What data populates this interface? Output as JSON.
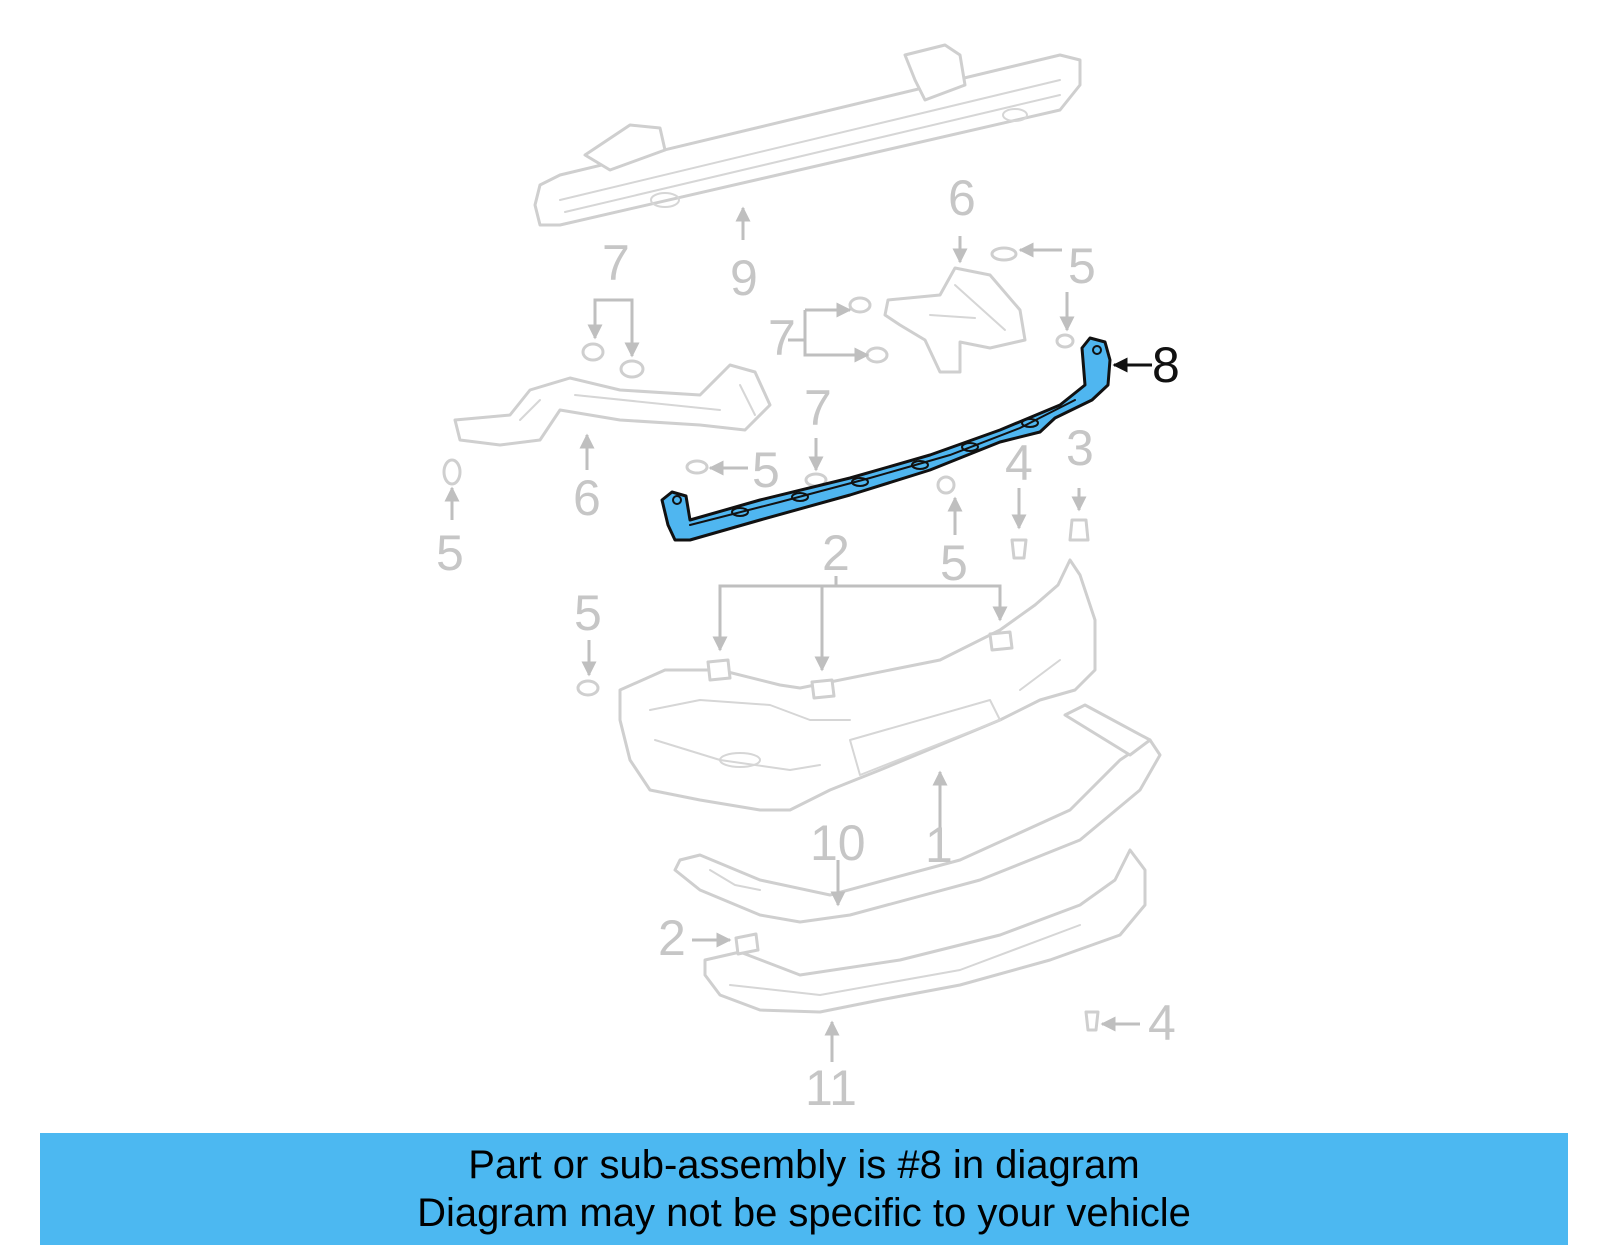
{
  "diagram": {
    "callouts": {
      "c1": "1",
      "c2a": "2",
      "c2b": "2",
      "c3": "3",
      "c4a": "4",
      "c4b": "4",
      "c5a": "5",
      "c5b": "5",
      "c5c": "5",
      "c5d": "5",
      "c5e": "5",
      "c6a": "6",
      "c6b": "6",
      "c7a": "7",
      "c7b": "7",
      "c7c": "7",
      "c8": "8",
      "c9": "9",
      "c10": "10",
      "c11": "11"
    },
    "highlighted_part": "8",
    "highlight_color": "#4fb6f0",
    "banner_color": "#4cb8f1"
  },
  "banner": {
    "line1": "Part or sub-assembly is #8 in diagram",
    "line2": "Diagram may not be specific to your vehicle"
  }
}
